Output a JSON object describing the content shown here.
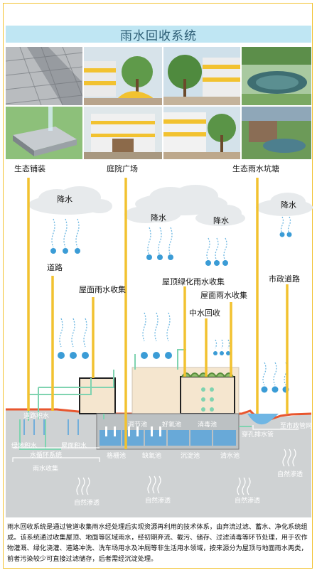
{
  "title": "雨水回收系统",
  "top_labels": {
    "eco_paving": "生态铺装",
    "courtyard": "庭院广场",
    "eco_pond": "生态雨水坑塘"
  },
  "rain_label": "降水",
  "process_labels": {
    "road": "道路",
    "roof_collect_1": "屋面雨水收集",
    "green_roof": "屋顶绿化雨水收集",
    "roof_collect_2": "屋面雨水收集",
    "greywater": "中水回收",
    "municipal_road": "市政道路"
  },
  "ground_labels": {
    "road_water": "道路积水",
    "green_water": "绿地积水",
    "roof_water": "屋面积水",
    "water_cycle": "水循环系统",
    "rain_collect": "雨水收集",
    "regulating_pool": "调节池",
    "aerobic_pool": "好氧池",
    "disinfection_pool": "消毒池",
    "grille_pool": "格栅池",
    "anoxic_pool": "缺氧池",
    "settling_pool": "沉淀池",
    "clean_pool": "清水池",
    "perforated_pipe": "穿孔排水管",
    "municipal_network": "至市政管网",
    "natural_seepage": "自然渗透"
  },
  "caption": "雨水回收系统是通过管道收集雨水经处理后实现资源再利用的技术体系，由弃流过滤、蓄水、净化系统组成。该系统通过收集屋顶、地面等区域雨水，经初期弃流、截污、储存、过滤消毒等环节处理，用于农作物灌溉、绿化浇灌、道路冲洗、洗车场用水及冲厕等非生活用水领域，按来源分为屋顶与地面雨水两类，前者污染较少可直接过滤储存，后者需经沉淀处理。",
  "colors": {
    "accent_yellow": "#f2c230",
    "title_bg": "#bfe6f3",
    "water_blue": "#3b9cd6",
    "soil_red": "#e8562e",
    "pipe_green": "#7fd3b0"
  }
}
